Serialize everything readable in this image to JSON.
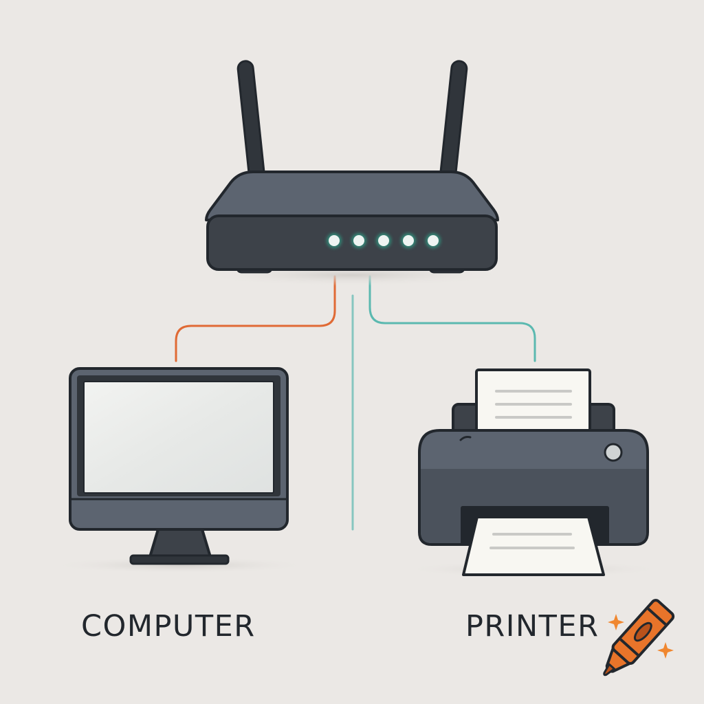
{
  "labels": {
    "computer": "COMPUTER",
    "printer": "PRINTER"
  },
  "colors": {
    "background": "#ebe8e5",
    "device_body": "#5c6470",
    "device_dark": "#3d4249",
    "outline": "#22272d",
    "screen": "#eef0ee",
    "paper": "#f8f7f2",
    "led": "#eef4f2",
    "led_glow": "#2fa58a",
    "link_computer": "#e06a35",
    "link_printer": "#5bb9b0",
    "link_center": "#7cc3bd",
    "label_text": "#22272d",
    "crayon": "#e8742a",
    "sparkle": "#f0872f"
  },
  "icons": {
    "router": "router-icon",
    "computer": "monitor-icon",
    "printer": "printer-icon",
    "crayon": "crayon-icon"
  },
  "router": {
    "led_count": 5
  }
}
